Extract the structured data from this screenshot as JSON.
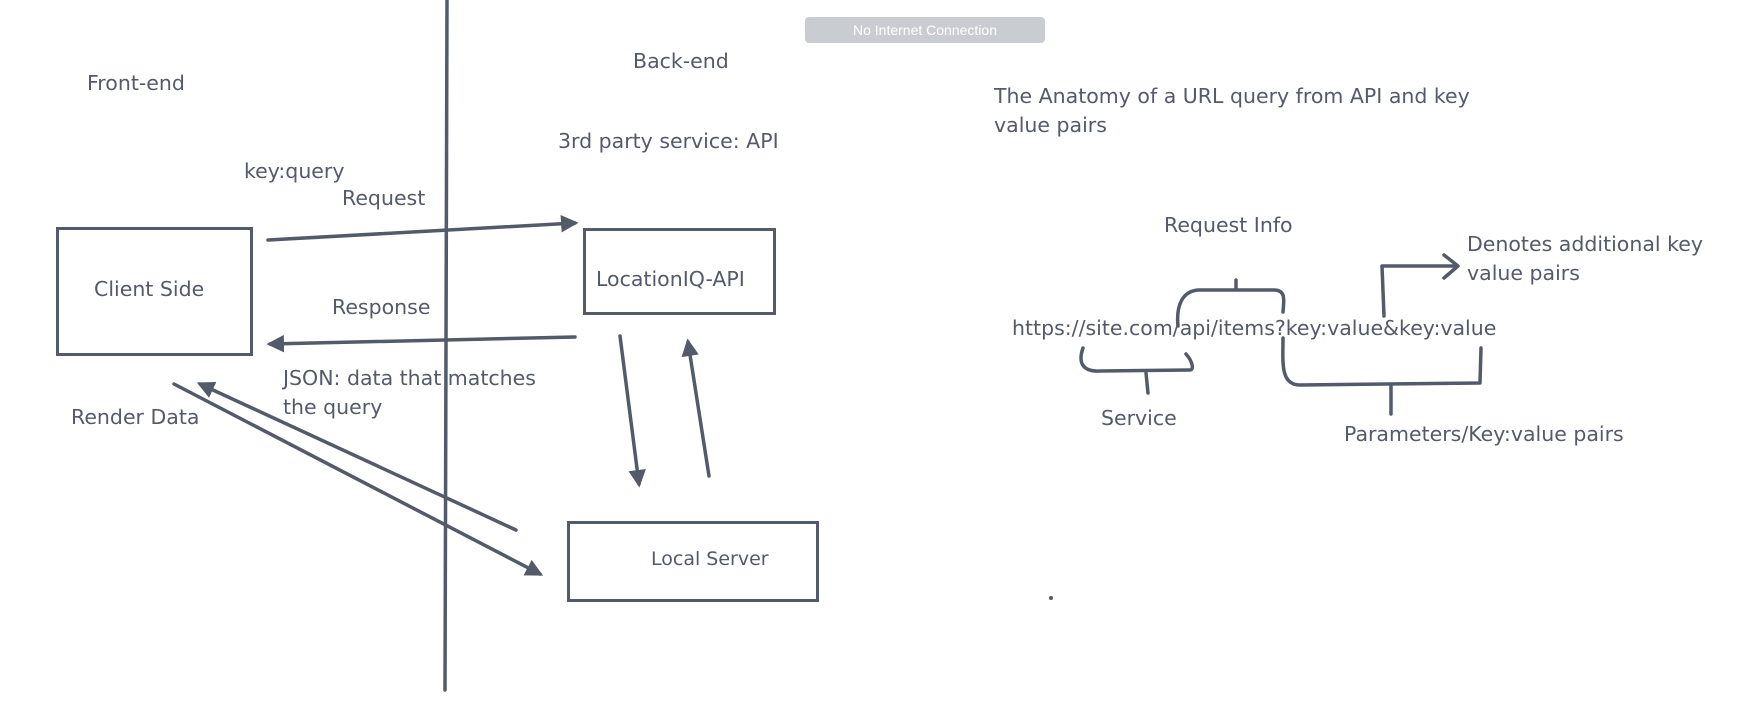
{
  "banner": "No Internet Connection",
  "sections": {
    "frontend": "Front-end",
    "backend": "Back-end",
    "third_party": "3rd party service: API"
  },
  "nodes": {
    "client": "Client Side",
    "api": "LocationIQ-API",
    "local_server": "Local Server"
  },
  "edge_labels": {
    "key_query": "key:query",
    "request": "Request",
    "response": "Response",
    "json": "JSON: data that matches the query",
    "render": "Render Data"
  },
  "anatomy": {
    "title": "The Anatomy of a URL query from API and key value pairs",
    "request_info": "Request Info",
    "additional": "Denotes additional key value pairs",
    "url": "https://site.com/api/items?key:value&key:value",
    "service": "Service",
    "parameters": "Parameters/Key:value pairs"
  },
  "colors": {
    "ink": "#535a6a",
    "banner_bg": "#c9ccd1"
  }
}
